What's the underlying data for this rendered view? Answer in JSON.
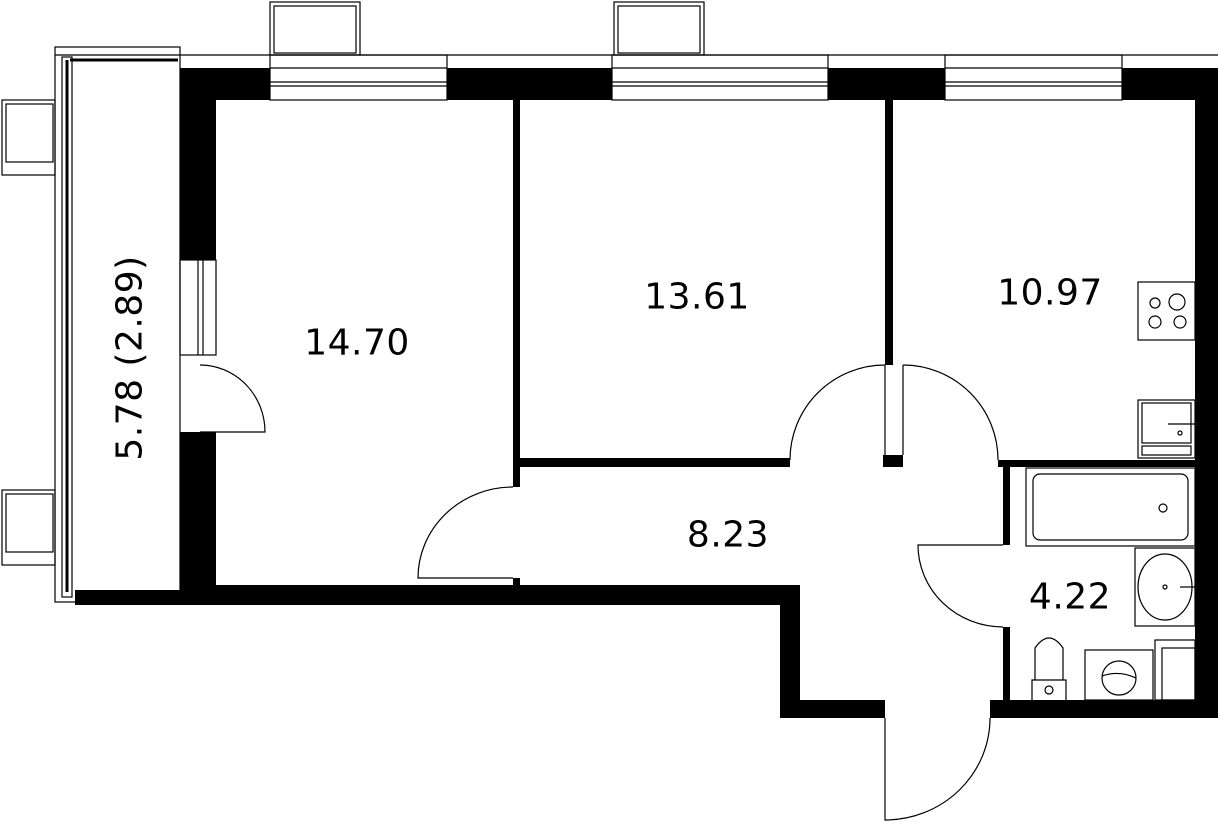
{
  "plan": {
    "rooms": [
      {
        "id": "room-1",
        "area": "14.70"
      },
      {
        "id": "room-2",
        "area": "13.61"
      },
      {
        "id": "kitchen",
        "area": "10.97"
      },
      {
        "id": "hallway",
        "area": "8.23"
      },
      {
        "id": "bathroom",
        "area": "4.22"
      }
    ],
    "balcony": {
      "area": "5.78 (2.89)"
    }
  },
  "colors": {
    "wall": "#000000",
    "line": "#000000",
    "background": "#ffffff"
  }
}
